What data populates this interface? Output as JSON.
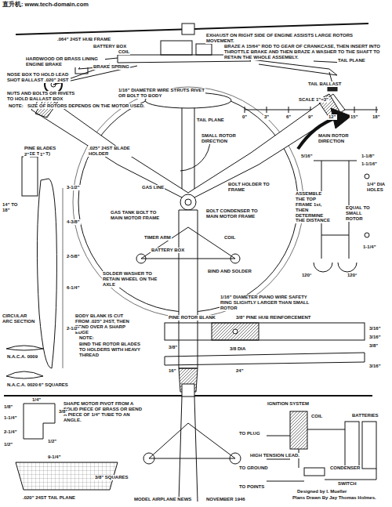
{
  "diagram": {
    "labels": [
      "直升机: www.tech-domain.com",
      ".064\" 24ST HUB FRAME",
      "BATTERY BOX",
      "COIL",
      "HARDWOOD OR BRASS LINING ENGINE BRAKE",
      "BRAKE SPRING",
      "NOSE BOX TO HOLD LEAD SHOT BALLAST .020\" 24ST",
      "NUTS AND BOLTS OR RIVETS TO HOLD BALLAST BOX",
      "1/16\" DIAMETER WIRE STRUTS RIVET OR BOLT TO BODY",
      "EXHAUST ON RIGHT SIDE OF ENGINE ASSISTS LARGE ROTORS MOVEMENT.",
      "BRAZE A 15/64\" ROD TO GEAR OF CRANKCASE, THEN INSERT INTO THROTTLE BRAKE AND THEN BRAZE A WASHER TO THE SHAFT TO RETAIN THE WHOLE ASSEMBLY.",
      "TAIL PLANE",
      "TAIL BALLAST",
      "NOTE:",
      "SIZE OF ROTORS DEPENDS ON THE MOTOR USED.",
      "SCALE 1\"=3\"",
      "0\"",
      "3\"",
      "6\"",
      "9\"",
      "12\"",
      "15\"",
      "18\"",
      "TAIL PLANE",
      "SMALL ROTOR DIRECTION",
      "MAIN ROTOR DIRECTION",
      ".025\" 24ST BLADE HOLDER",
      "GAS LINE",
      "BOLT HOLDER TO FRAME",
      "GAS TANK BOLT TO MAIN MOTOR FRAME",
      "BOLT CONDENSER TO MAIN MOTOR FRAME",
      "TIMER ARM",
      "COIL",
      "BATTERY BOX",
      "SOLDER WASHER TO RETAIN WHEEL ON THE AXLE",
      "BIND AND SOLDER",
      "1/16\" DIAMETER PIANO WIRE SAFETY RING SLIGHTLY LARGER THAN SMALL ROTOR",
      "BODY BLANK IS CUT FROM .025\" 24ST, THEN BEND OVER A SHARP EDGE",
      "NOTE:",
      "BIND THE ROTOR BLADES TO HOLDERS WITH HEAVY THREAD",
      "PINE BLADES (SEE TEXT)",
      "14\" TO 18\"",
      "2\"",
      "1\"",
      "3-1/2\"",
      "4-3/8\"",
      "2-5/8\"",
      "6-1/4\"",
      "2-1/2\"",
      "3/16\" SQUARES",
      "CIRCULAR ARC SECTION",
      "N.A.C.A. 0009",
      "N.A.C.A. 0020",
      "1-1/8\"",
      "5/16\"",
      "1-1/16\"",
      "ASSEMBLE THE TOP FRAME 1st, THEN DETERMINE THE DISTANCE",
      "EQUAL TO SMALL ROTOR",
      "1/4\" DIA HOLES",
      "120°",
      "120°",
      "1-1/4\"",
      "3/8\" PINE HUB REINFORCEMENT",
      "PINE ROTOR BLANK",
      "3/16\"",
      "3/16\"",
      "3/8\"",
      "3/8\"",
      "3/8 DIA",
      "16\"",
      "24\"",
      "3/16\"",
      "SHAPE MOTOR PIVOT FROM A SOLID PIECE OF BRASS OR BEND A PIECE OF 1/4\" TUBE TO AN ANGLE.",
      "1/4\"",
      "3/8\"",
      "1/8\"",
      "2-1/4\"",
      "1-1/4\"",
      "1/2\"",
      "1/2\"",
      "9-1/4\"",
      "3/8\" SQUARES",
      ".020\" 24ST TAIL PLANE",
      "MODEL AIRPLANE NEWS",
      "NOVEMBER 1946",
      "IGNITION SYSTEM",
      "COIL",
      "TO PLUG",
      "HIGH TENSION LEAD.",
      "BATTERIES",
      "TO GROUND",
      "CONDENSER",
      "TO POINTS",
      "SWITCH",
      "Designed by I. Mueller",
      "Plans Drawn By Jay Thomas Holmes."
    ]
  }
}
